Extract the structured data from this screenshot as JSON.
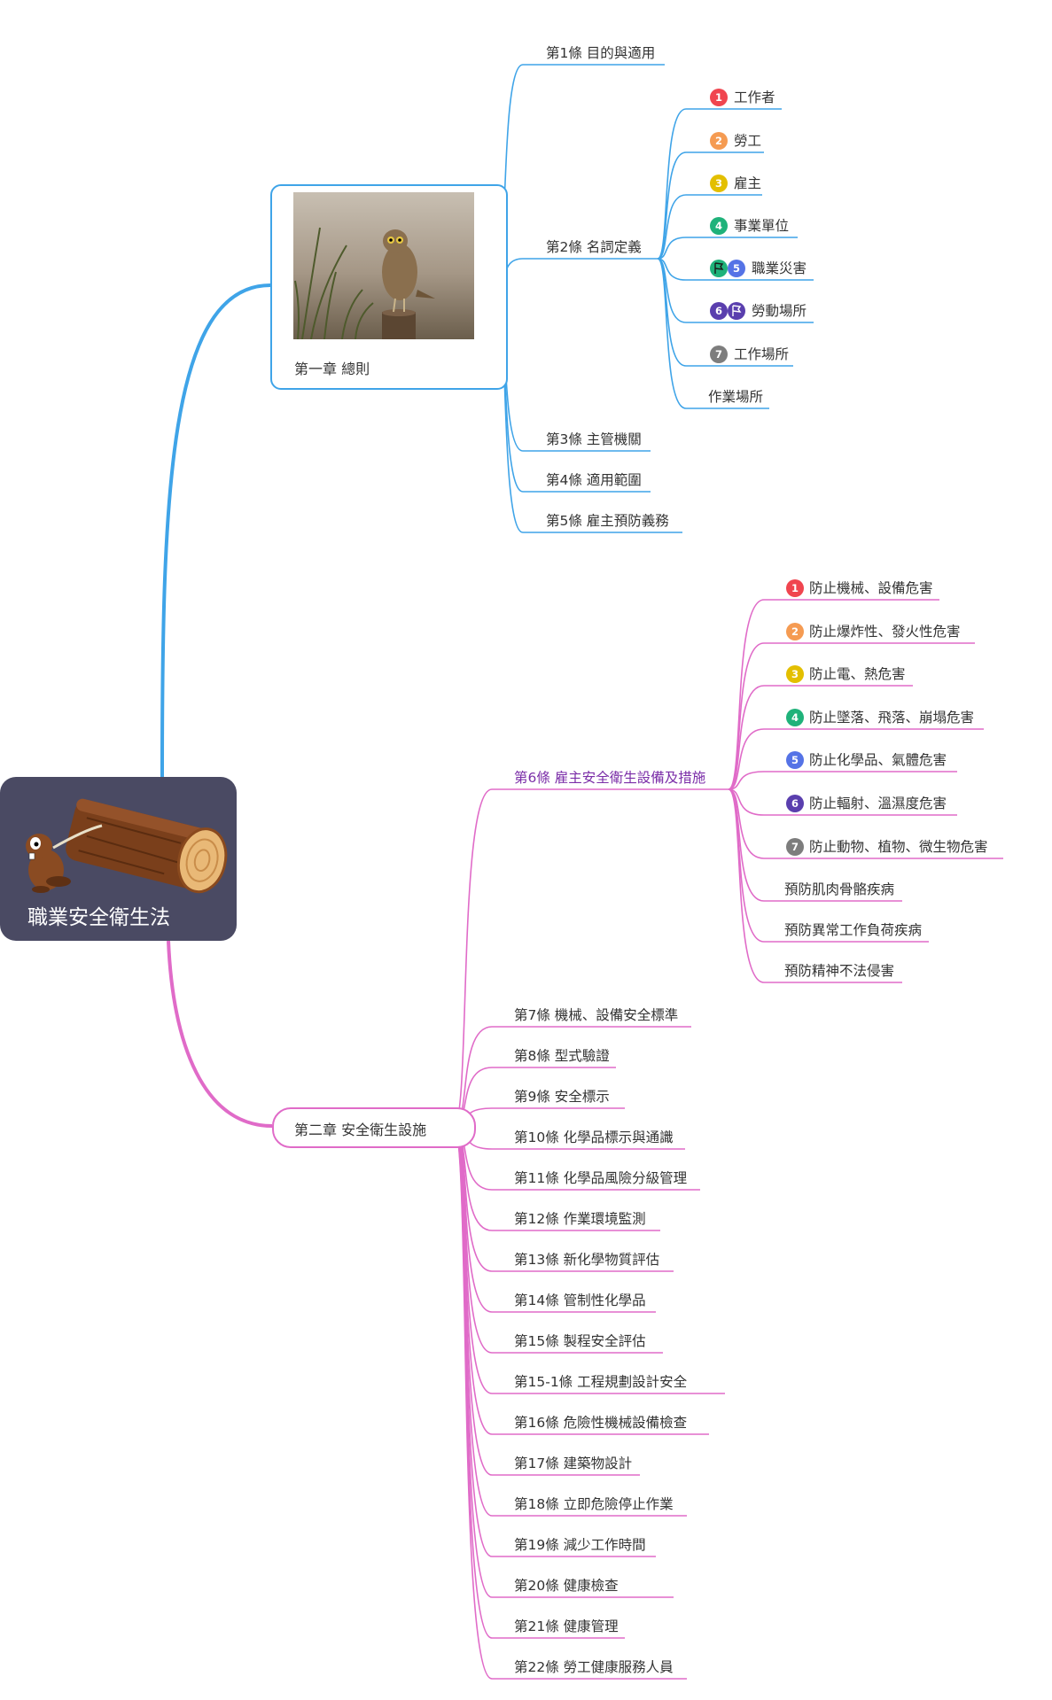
{
  "root": {
    "title": "職業安全衛生法",
    "image": "beaver-pulling-log"
  },
  "colors": {
    "ch1": "#3fa4e8",
    "ch2": "#e06bc8",
    "selected_text": "#7b2ea8",
    "root_bg": "#4a4a63"
  },
  "chapter1": {
    "title": "第一章 總則",
    "image": "burrowing-owl-photo",
    "articles": [
      {
        "text": "第1條 目的與適用"
      },
      {
        "text": "第2條 名詞定義",
        "terms": [
          {
            "text": "工作者",
            "num": "1",
            "color": "#f0454f",
            "flag": null
          },
          {
            "text": "勞工",
            "num": "2",
            "color": "#f59b52",
            "flag": null
          },
          {
            "text": "雇主",
            "num": "3",
            "color": "#e3bf00",
            "flag": null
          },
          {
            "text": "事業單位",
            "num": "4",
            "color": "#1fb27a",
            "flag": null
          },
          {
            "text": "職業災害",
            "num": "5",
            "color": "#5573e6",
            "flag": "#1fb27a"
          },
          {
            "text": "勞動場所",
            "num": "6",
            "color": "#5a3fae",
            "flag": "#5a3fae"
          },
          {
            "text": "工作場所",
            "num": "7",
            "color": "#7d7d7d",
            "flag": null
          },
          {
            "text": "作業場所",
            "num": "",
            "color": "",
            "flag": null
          }
        ]
      },
      {
        "text": "第3條 主管機關"
      },
      {
        "text": "第4條 適用範圍"
      },
      {
        "text": "第5條 雇主預防義務"
      }
    ]
  },
  "chapter2": {
    "title": "第二章 安全衛生設施",
    "article6": {
      "text": "第6條 雇主安全衛生設備及措施",
      "items": [
        {
          "text": "防止機械、設備危害",
          "num": "1",
          "color": "#f0454f"
        },
        {
          "text": "防止爆炸性、發火性危害",
          "num": "2",
          "color": "#f59b52"
        },
        {
          "text": "防止電、熱危害",
          "num": "3",
          "color": "#e3bf00"
        },
        {
          "text": "防止墜落、飛落、崩塌危害",
          "num": "4",
          "color": "#1fb27a"
        },
        {
          "text": "防止化學品、氣體危害",
          "num": "5",
          "color": "#5573e6"
        },
        {
          "text": "防止輻射、溫濕度危害",
          "num": "6",
          "color": "#5a3fae"
        },
        {
          "text": "防止動物、植物、微生物危害",
          "num": "7",
          "color": "#7d7d7d"
        },
        {
          "text": "預防肌肉骨骼疾病",
          "num": "",
          "color": ""
        },
        {
          "text": "預防異常工作負荷疾病",
          "num": "",
          "color": ""
        },
        {
          "text": "預防精神不法侵害",
          "num": "",
          "color": ""
        }
      ]
    },
    "articles": [
      "第7條 機械、設備安全標準",
      "第8條 型式驗證",
      "第9條 安全標示",
      "第10條 化學品標示與通識",
      "第11條 化學品風險分級管理",
      "第12條 作業環境監測",
      "第13條 新化學物質評估",
      "第14條 管制性化學品",
      "第15條 製程安全評估",
      "第15-1條 工程規劃設計安全",
      "第16條 危險性機械設備檢查",
      "第17條 建築物設計",
      "第18條 立即危險停止作業",
      "第19條 減少工作時間",
      "第20條 健康檢查",
      "第21條 健康管理",
      "第22條 勞工健康服務人員"
    ]
  }
}
